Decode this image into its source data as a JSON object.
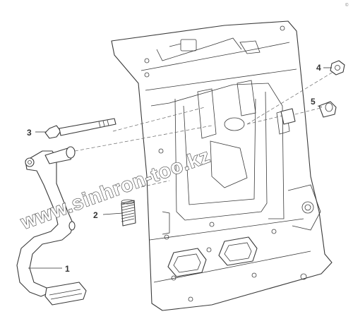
{
  "diagram": {
    "callouts": [
      {
        "id": "1",
        "part": "pedal-arm"
      },
      {
        "id": "2",
        "part": "return-spring"
      },
      {
        "id": "3",
        "part": "pivot-bolt"
      },
      {
        "id": "4",
        "part": "nut"
      },
      {
        "id": "5",
        "part": "bushing"
      }
    ],
    "watermark": "www.sinhron-too.kz",
    "corner_mark": "©"
  }
}
